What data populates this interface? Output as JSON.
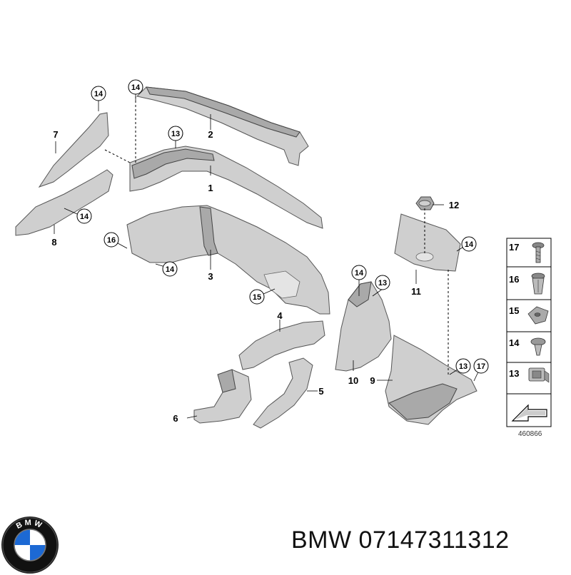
{
  "footer": {
    "brand": "BMW",
    "part_number": "07147311312"
  },
  "diagram_ref": "460866",
  "part_labels": [
    "1",
    "2",
    "3",
    "4",
    "5",
    "6",
    "7",
    "8",
    "9",
    "10",
    "11",
    "12"
  ],
  "callouts": [
    "14",
    "14",
    "13",
    "14",
    "16",
    "14",
    "15",
    "14",
    "13",
    "14",
    "13",
    "17"
  ],
  "legend": [
    "17",
    "16",
    "15",
    "14",
    "13"
  ],
  "logo_letters": "BMW"
}
